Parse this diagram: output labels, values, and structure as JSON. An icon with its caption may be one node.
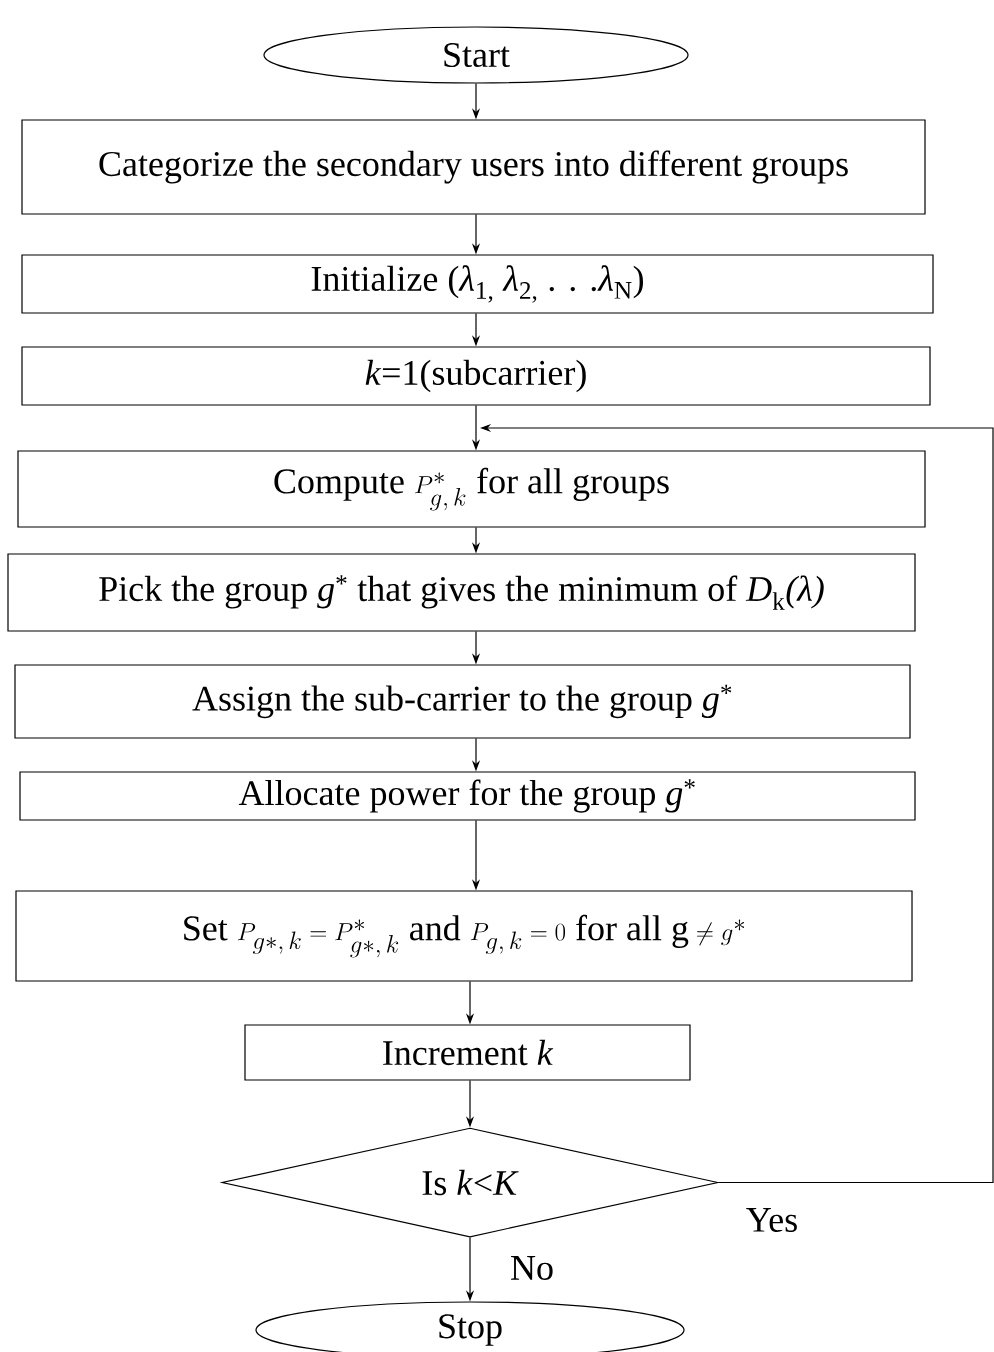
{
  "diagram": {
    "nodes": [
      {
        "text": [
          "Start"
        ]
      },
      {
        "text": [
          "Categorize the secondary users into different groups"
        ]
      },
      {
        "text": [
          "Initialize (*λ*$_{1,}$ *λ*$_{2,}$ . . .*λ*$_{N}$)"
        ]
      },
      {
        "text": [
          "*k*=1(subcarrier)"
        ]
      },
      {
        "text": [
          "\\text{Compute }P^{*}_{g,\\,k}\\text{ for all groups}"
        ]
      },
      {
        "text": [
          "Pick the group *g*$^{*}$ that gives the minimum of *D*$_{k}$*(λ)*"
        ]
      },
      {
        "text": [
          "Assign the sub-carrier to the group *g*$^{*}$"
        ]
      },
      {
        "text": [
          "Allocate power for the group *g*$^{*}$"
        ]
      },
      {
        "text": [
          "\\text{Set }P_{g*,\\,k}=P^{*}_{g*,\\,k}\\text{ and }P_{g,\\,k}=0\\text{ for all g}\\neq g^{*}"
        ]
      },
      {
        "text": [
          "Increment *k*"
        ]
      },
      {
        "text": [
          "Is *k*<*K*"
        ]
      },
      {
        "text": [
          "Stop"
        ]
      }
    ],
    "edges": [
      {
        "from": 0,
        "to": 1,
        "arrow": "to"
      },
      {
        "from": 1,
        "to": 2,
        "arrow": "to"
      },
      {
        "from": 2,
        "to": 3,
        "arrow": "to"
      },
      {
        "from": 3,
        "to": 4,
        "arrow": "to"
      },
      {
        "from": 4,
        "to": 5,
        "arrow": "to"
      },
      {
        "from": 5,
        "to": 6,
        "arrow": "to"
      },
      {
        "from": 6,
        "to": 7,
        "arrow": "to"
      },
      {
        "from": 7,
        "to": 8,
        "arrow": "to"
      },
      {
        "from": 8,
        "to": 9,
        "arrow": "to"
      },
      {
        "from": 9,
        "to": 10,
        "arrow": "to"
      },
      {
        "from": 10,
        "to": 11,
        "arrow": "to",
        "label": "No"
      },
      {
        "from": 10,
        "to": 4,
        "arrow": "to",
        "label": "Yes"
      }
    ]
  }
}
